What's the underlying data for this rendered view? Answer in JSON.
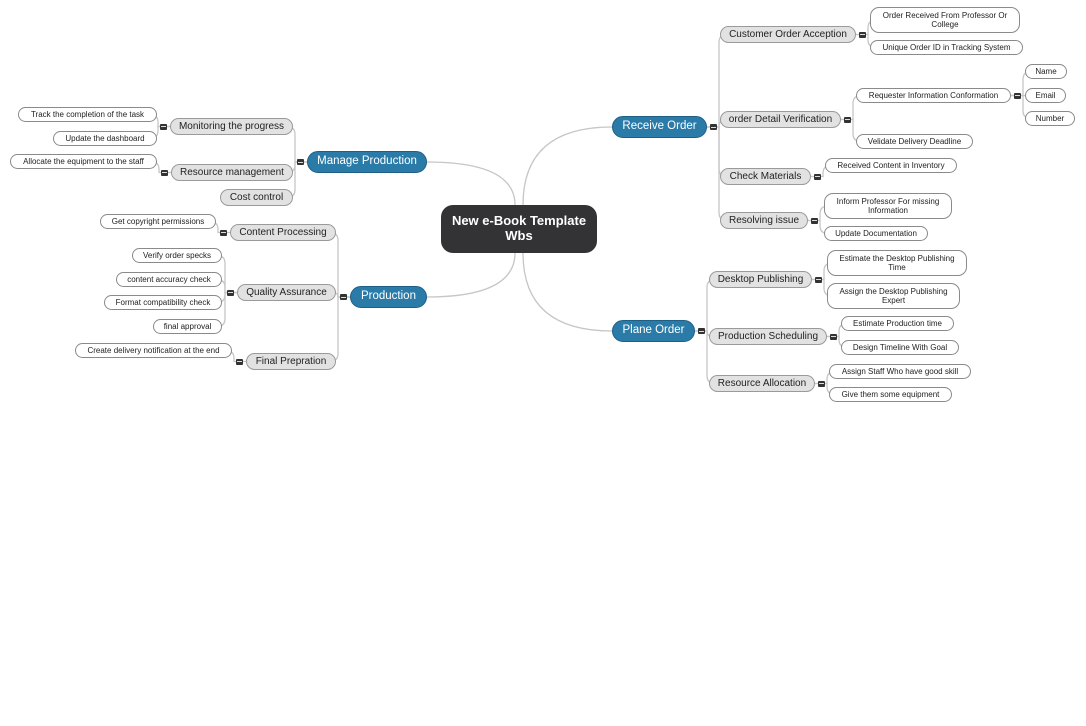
{
  "root": {
    "title": "New e-Book Template Wbs"
  },
  "branches": [
    {
      "label": "Manage Production",
      "children": [
        {
          "label": "Monitoring the progress",
          "children": [
            {
              "label": "Track the completion of the task"
            },
            {
              "label": "Update the dashboard"
            }
          ]
        },
        {
          "label": "Resource management",
          "children": [
            {
              "label": "Allocate the equipment to the staff"
            }
          ]
        },
        {
          "label": "Cost control"
        }
      ]
    },
    {
      "label": "Production",
      "children": [
        {
          "label": "Content Processing",
          "children": [
            {
              "label": "Get copyright permissions"
            }
          ]
        },
        {
          "label": "Quality Assurance",
          "children": [
            {
              "label": "Verify order specks"
            },
            {
              "label": "content accuracy check"
            },
            {
              "label": "Format compatibility check"
            },
            {
              "label": "final approval"
            }
          ]
        },
        {
          "label": "Final Prepration",
          "children": [
            {
              "label": "Create delivery notification at the end"
            }
          ]
        }
      ]
    },
    {
      "label": "Receive Order",
      "children": [
        {
          "label": "Customer Order Acception",
          "children": [
            {
              "label": "Order Received From Professor Or College"
            },
            {
              "label": "Unique Order ID in Tracking System"
            }
          ]
        },
        {
          "label": "order Detail Verification",
          "children": [
            {
              "label": "Requester Information Conformation",
              "children": [
                {
                  "label": "Name"
                },
                {
                  "label": "Email"
                },
                {
                  "label": "Number"
                }
              ]
            },
            {
              "label": "Velidate Delivery Deadline"
            }
          ]
        },
        {
          "label": "Check Materials",
          "children": [
            {
              "label": "Received Content in Inventory"
            }
          ]
        },
        {
          "label": "Resolving issue",
          "children": [
            {
              "label": "Inform Professor For missing Information"
            },
            {
              "label": "Update Documentation"
            }
          ]
        }
      ]
    },
    {
      "label": "Plane Order",
      "children": [
        {
          "label": "Desktop Publishing",
          "children": [
            {
              "label": "Estimate the Desktop Publishing Time"
            },
            {
              "label": "Assign the Desktop Publishing Expert"
            }
          ]
        },
        {
          "label": "Production Scheduling",
          "children": [
            {
              "label": "Estimate Production time"
            },
            {
              "label": "Design Timeline With Goal"
            }
          ]
        },
        {
          "label": "Resource Allocation",
          "children": [
            {
              "label": "Assign Staff Who have good skill"
            },
            {
              "label": "Give them some equipment"
            }
          ]
        }
      ]
    }
  ]
}
